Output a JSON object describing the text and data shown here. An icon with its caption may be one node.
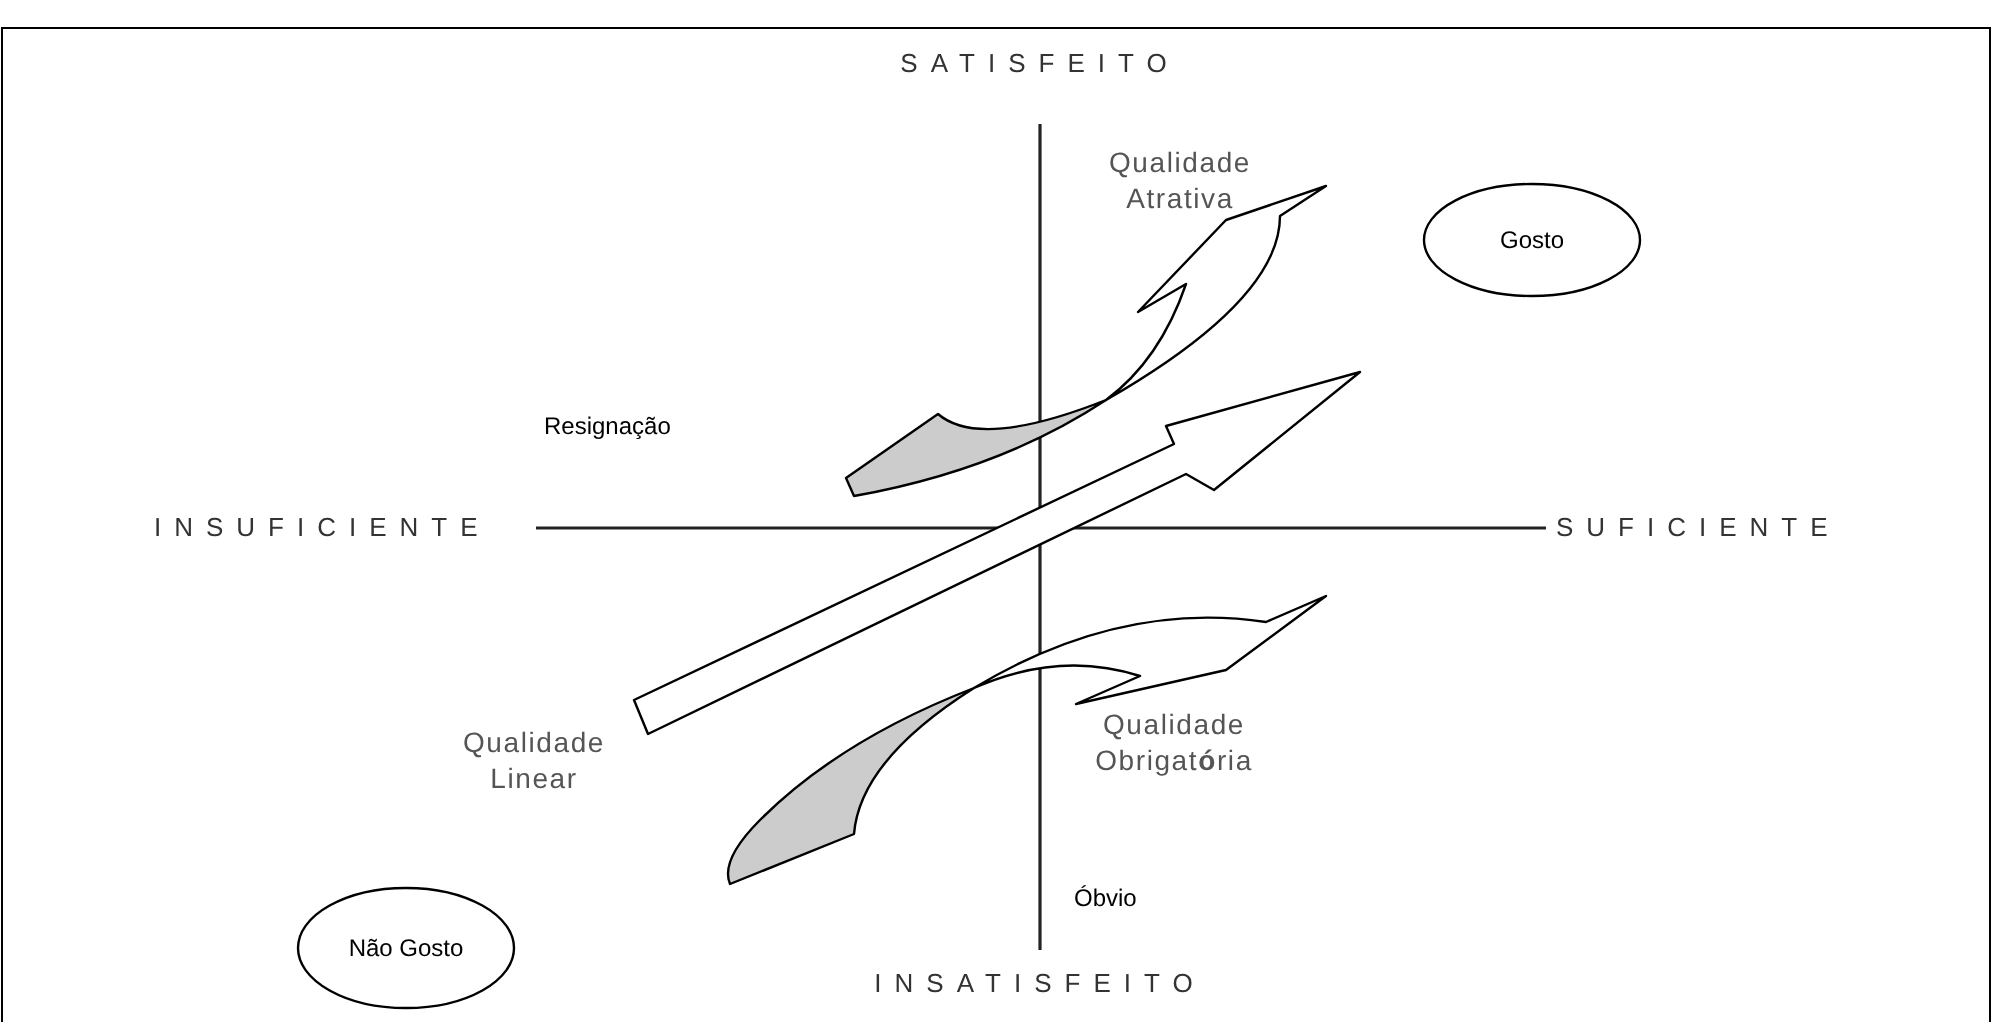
{
  "diagram": {
    "nodes": [
      {
        "text": [
          "Gosto"
        ]
      },
      {
        "text": [
          "Não Gosto"
        ]
      }
    ],
    "labels": [
      "SATISFEITO",
      "Qualidade Atrativa",
      "Resignação",
      "INSUFICIENTE",
      "SUFICIENTE",
      "Qualidade Linear",
      "Qualidade Obrigat**ó**ria",
      "Óbvio",
      "INSATISFEITO"
    ]
  }
}
